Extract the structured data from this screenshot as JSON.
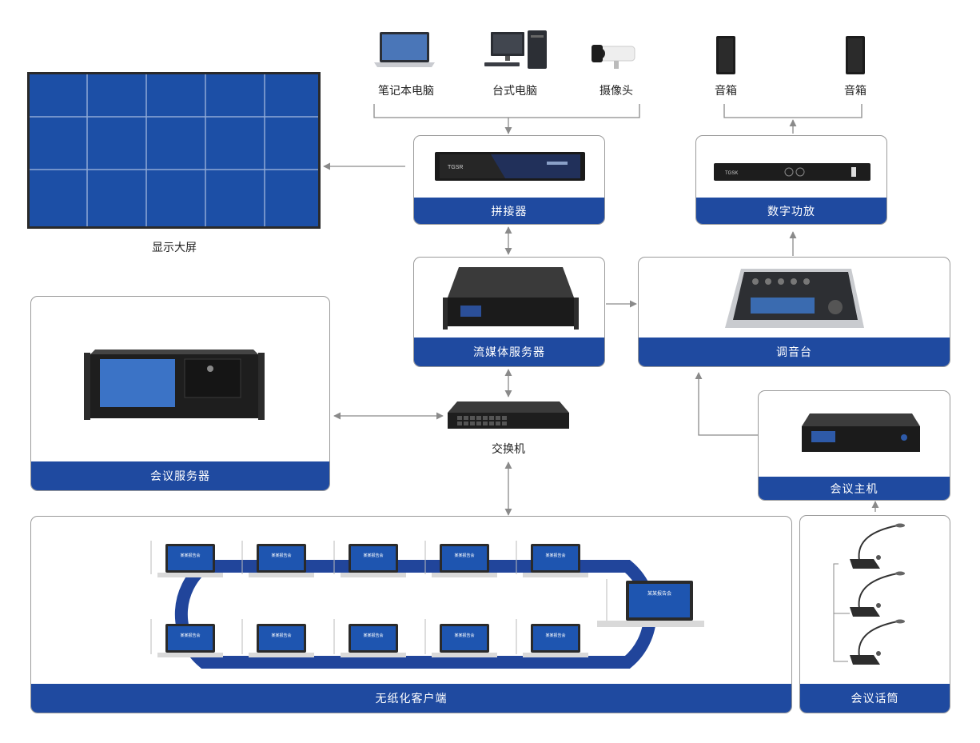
{
  "sources": {
    "laptop": "笔记本电脑",
    "desktop": "台式电脑",
    "camera": "摄像头"
  },
  "speakers": {
    "left": "音箱",
    "right": "音箱"
  },
  "display": {
    "label": "显示大屏"
  },
  "splicer": {
    "label": "拼接器",
    "brand": "TGSR"
  },
  "amplifier": {
    "label": "数字功放",
    "brand": "TGSK"
  },
  "media_server": {
    "label": "流媒体服务器"
  },
  "mixer": {
    "label": "调音台"
  },
  "conference_server": {
    "label": "会议服务器"
  },
  "switch": {
    "label": "交换机"
  },
  "conference_host": {
    "label": "会议主机"
  },
  "paperless": {
    "label": "无纸化客户端",
    "screen_title": "某某报告会"
  },
  "microphones": {
    "label": "会议话筒"
  },
  "colors": {
    "accent": "#1f4aa0",
    "panel": "#1c4fa6",
    "border": "#9a9a9a",
    "connector": "#8a8a8a"
  }
}
